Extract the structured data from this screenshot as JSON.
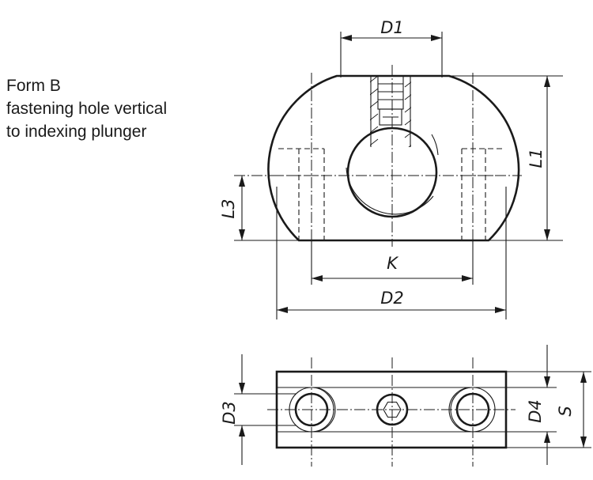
{
  "caption": {
    "line1": "Form B",
    "line2": "fastening hole vertical",
    "line3": "to indexing plunger"
  },
  "dimensions": {
    "d1": "D1",
    "l1": "L1",
    "l3": "L3",
    "k": "K",
    "d2": "D2",
    "d3": "D3",
    "d4": "D4",
    "s": "S"
  },
  "colors": {
    "line": "#1a1a1a",
    "background": "#ffffff"
  }
}
